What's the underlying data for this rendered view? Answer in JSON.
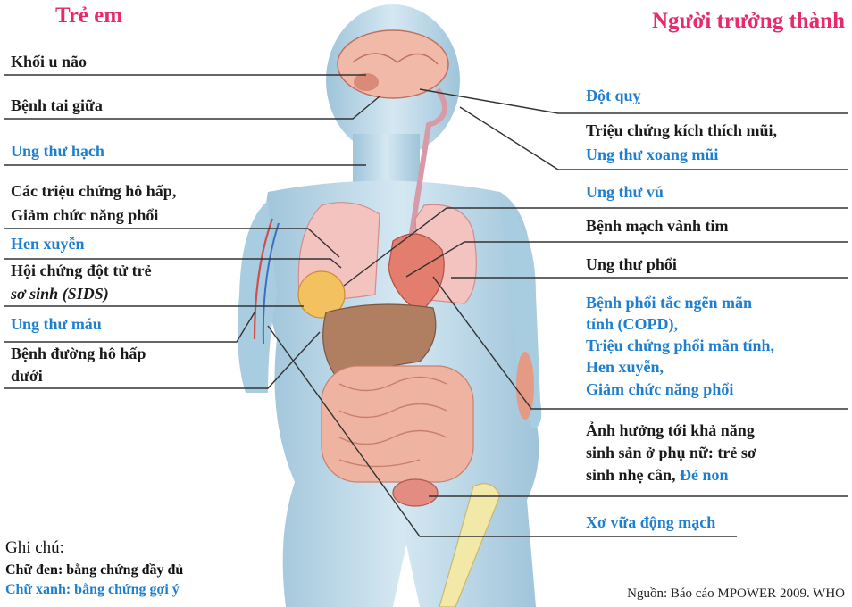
{
  "titles": {
    "left": "Trẻ em",
    "right": "Người trưởng thành"
  },
  "left_labels": [
    {
      "lines": [
        "Khối u não"
      ],
      "color": "black"
    },
    {
      "lines": [
        "Bệnh tai giữa"
      ],
      "color": "black"
    },
    {
      "lines": [
        "Ung thư hạch"
      ],
      "color": "blue"
    },
    {
      "lines": [
        "Các triệu chứng hô hấp,",
        "Giảm chức năng phổi"
      ],
      "color": "black"
    },
    {
      "lines": [
        "Hen xuyễn"
      ],
      "color": "blue"
    },
    {
      "lines": [
        "Hội chứng đột tử trẻ",
        "sơ sinh (SIDS)"
      ],
      "color": "black"
    },
    {
      "lines": [
        "Ung thư máu"
      ],
      "color": "blue"
    },
    {
      "lines": [
        "Bệnh đường hô hấp",
        "dưới"
      ],
      "color": "black"
    }
  ],
  "right_labels": [
    {
      "lines": [
        "Đột quỵ"
      ],
      "color": "blue"
    },
    {
      "lines": [
        "Triệu chứng kích thích mũi,"
      ],
      "color": "black"
    },
    {
      "lines": [
        "Ung thư xoang mũi"
      ],
      "color": "blue"
    },
    {
      "lines": [
        "Ung thư vú"
      ],
      "color": "blue"
    },
    {
      "lines": [
        "Bệnh mạch vành tim"
      ],
      "color": "black"
    },
    {
      "lines": [
        "Ung thư phổi"
      ],
      "color": "black"
    },
    {
      "lines": [
        "Bệnh phổi tắc ngẽn mãn",
        "tính (COPD),",
        "Triệu chứng phổi mãn tính,",
        "Hen xuyễn,",
        "Giảm chức năng phổi"
      ],
      "color": "blue"
    },
    {
      "lines": [
        "Ảnh hưởng tới khả năng",
        "sinh sản ở phụ nữ: trẻ sơ",
        "sinh nhẹ cân,"
      ],
      "color": "black",
      "tail": "Đẻ non"
    },
    {
      "lines": [
        "Xơ vữa động mạch"
      ],
      "color": "blue"
    }
  ],
  "legend": {
    "title": "Ghi chú:",
    "black_note": "Chữ đen: bằng chứng đầy đủ",
    "blue_note": "Chữ xanh: bằng chứng gợi ý"
  },
  "source": "Nguồn: Báo cáo MPOWER 2009. WHO",
  "colors": {
    "title_pink": "#e8296b",
    "label_blue": "#1e7fd0",
    "label_black": "#1a1a1a",
    "body_fill": "#b9d7e8",
    "organ_fill": "#e9a79a"
  }
}
